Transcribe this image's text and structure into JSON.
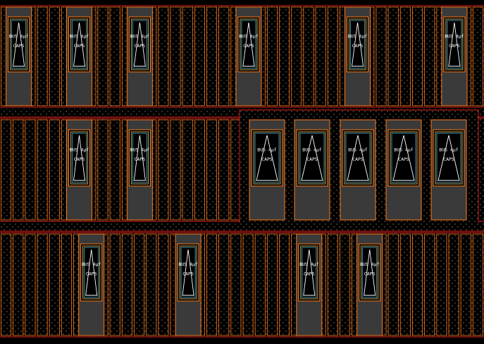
{
  "canvas": {
    "background": "#000000"
  },
  "colors": {
    "orange": "#ff7a1a",
    "red": "#d81f1f",
    "dot": "#8a7a5a",
    "fill": "#3a3a3a",
    "white": "#ffffff",
    "yellow": "#e0c060",
    "cyan": "#4fb0c8"
  },
  "cell_text": {
    "line1": "BUS 4μf",
    "line2": "CAPS"
  },
  "rows": [
    {
      "row": 1,
      "columns": 40,
      "caps": [
        1,
        6,
        11,
        20,
        29,
        37
      ],
      "dotted_strip": false,
      "dark_bays": false
    },
    {
      "row": 2,
      "columns": 40,
      "caps": [
        6,
        11
      ],
      "dotted_strip": true,
      "dark_bays": true,
      "bay_count": 5
    },
    {
      "row": 3,
      "columns": 40,
      "caps": [
        7,
        15,
        25,
        30
      ],
      "dotted_strip": true,
      "dark_bays": false
    }
  ]
}
